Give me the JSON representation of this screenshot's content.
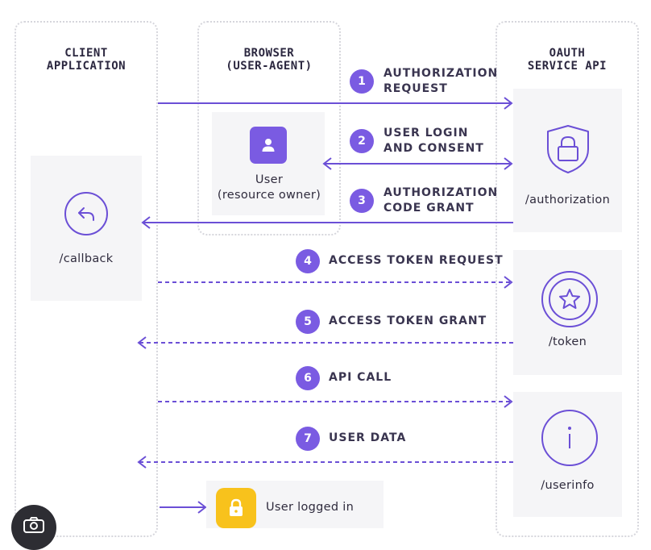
{
  "lanes": {
    "client": {
      "title_line1": "CLIENT",
      "title_line2": "APPLICATION"
    },
    "browser": {
      "title_line1": "BROWSER",
      "title_line2": "(USER-AGENT)"
    },
    "oauth": {
      "title_line1": "OAUTH",
      "title_line2": "SERVICE API"
    }
  },
  "client_box": {
    "caption": "/callback"
  },
  "user_box": {
    "caption_line1": "User",
    "caption_line2": "(resource owner)"
  },
  "endpoints": [
    {
      "caption": "/authorization",
      "icon": "shield-lock-icon"
    },
    {
      "caption": "/token",
      "icon": "star-badge-icon"
    },
    {
      "caption": "/userinfo",
      "icon": "info-icon"
    }
  ],
  "steps": [
    {
      "number": "1",
      "line1": "AUTHORIZATION",
      "line2": "REQUEST"
    },
    {
      "number": "2",
      "line1": "USER LOGIN",
      "line2": "AND CONSENT"
    },
    {
      "number": "3",
      "line1": "AUTHORIZATION",
      "line2": "CODE GRANT"
    },
    {
      "number": "4",
      "line1": "ACCESS TOKEN REQUEST"
    },
    {
      "number": "5",
      "line1": "ACCESS TOKEN GRANT"
    },
    {
      "number": "6",
      "line1": "API CALL"
    },
    {
      "number": "7",
      "line1": "USER DATA"
    }
  ],
  "result": {
    "label": "User logged in",
    "icon": "lock-icon"
  },
  "colors": {
    "accent": "#6b4fd6",
    "badge": "#7a5be2",
    "lock_yellow": "#f8c21c",
    "panel": "#f5f5f7"
  }
}
